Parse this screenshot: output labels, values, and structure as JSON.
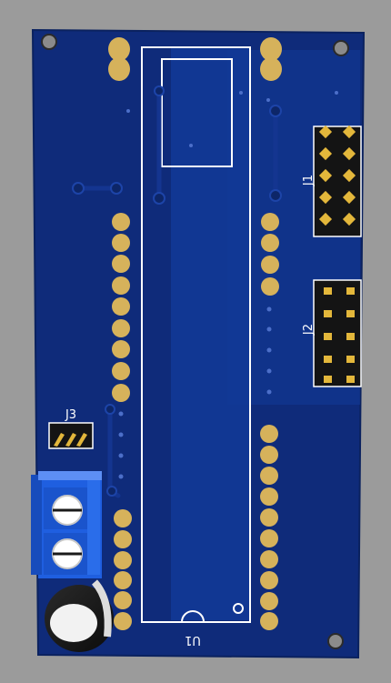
{
  "board": {
    "colors": {
      "background": "#9b9b9b",
      "pcb": "#0f2b7a",
      "pcb_edge": "#0b225f",
      "silkscreen": "#ffffff",
      "pad_gold": "#d6b25b",
      "copper_fill": "#123a98",
      "terminal_blue": "#1f5fe0",
      "header_black": "#141414",
      "pin_gold": "#e3b73b"
    },
    "labels": {
      "u1": "U1",
      "j1": "J1",
      "j2": "J2",
      "j3": "J3"
    }
  }
}
